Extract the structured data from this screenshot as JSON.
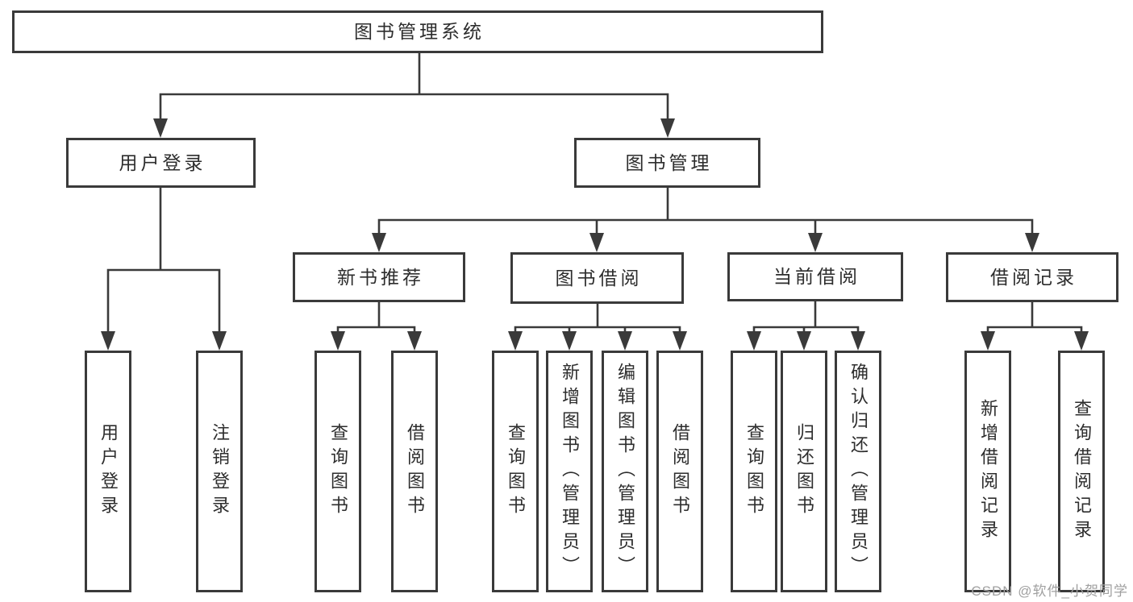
{
  "diagram": {
    "type": "tree",
    "title": "图书管理系统"
  },
  "tree": {
    "root": {
      "label": "图书管理系统",
      "children": [
        {
          "label": "用户登录",
          "children": [
            {
              "label": "用户登录"
            },
            {
              "label": "注销登录"
            }
          ]
        },
        {
          "label": "图书管理",
          "children": [
            {
              "label": "新书推荐",
              "children": [
                {
                  "label": "查询图书"
                },
                {
                  "label": "借阅图书"
                }
              ]
            },
            {
              "label": "图书借阅",
              "children": [
                {
                  "label": "查询图书"
                },
                {
                  "label": "新增图书（管理员）"
                },
                {
                  "label": "编辑图书（管理员）"
                },
                {
                  "label": "借阅图书"
                }
              ]
            },
            {
              "label": "当前借阅",
              "children": [
                {
                  "label": "查询图书"
                },
                {
                  "label": "归还图书"
                },
                {
                  "label": "确认归还（管理员）"
                }
              ]
            },
            {
              "label": "借阅记录",
              "children": [
                {
                  "label": "新增借阅记录"
                },
                {
                  "label": "查询借阅记录"
                }
              ]
            }
          ]
        }
      ]
    }
  },
  "watermark": {
    "text": "CSDN @软件_小贺同学",
    "color": "#a0a0a0"
  },
  "colors": {
    "line": "#3a3a3a",
    "box_border": "#3a3a3a",
    "box_fill": "#ffffff",
    "text": "#2d2d2d"
  }
}
